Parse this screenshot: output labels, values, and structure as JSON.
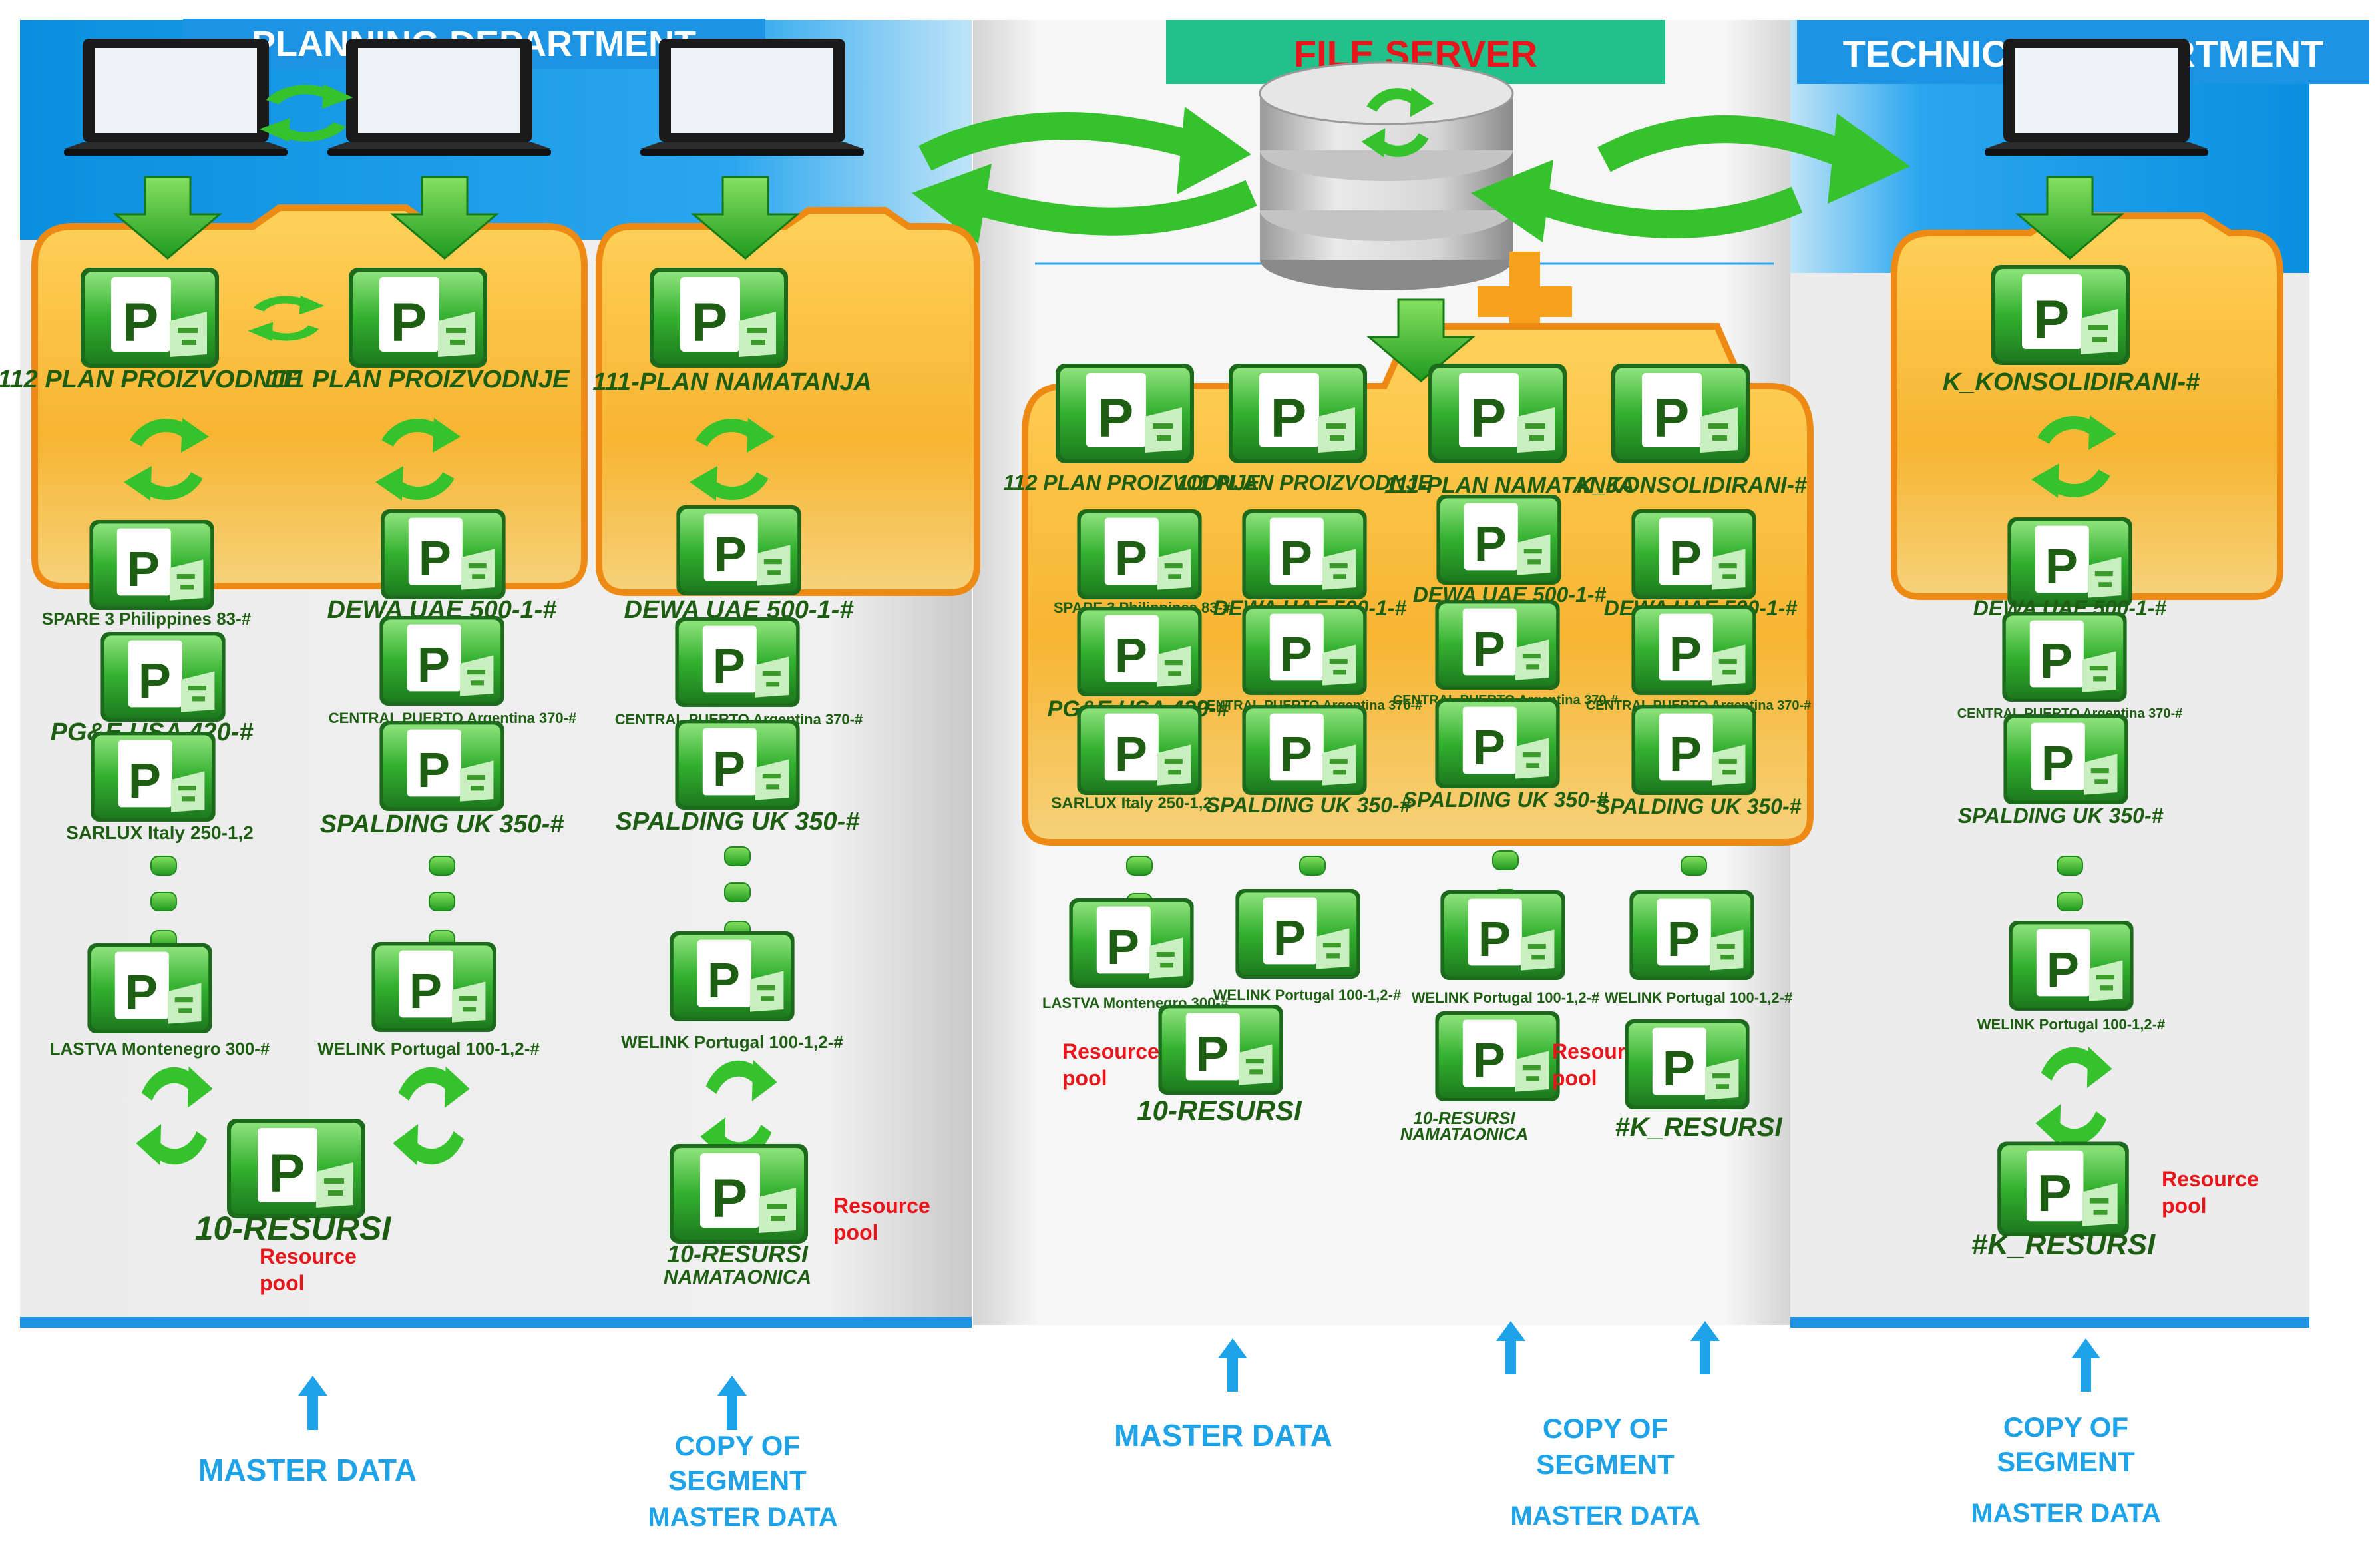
{
  "headers": {
    "planning": "PLANNING DEPARTMENT",
    "file_server": "FILE SERVER",
    "technical": "TECHNICAL DEPARTMENT"
  },
  "planning": {
    "folder_files": [
      "112 PLAN PROIZVODNJE",
      "111 PLAN PROIZVODNJE",
      "111-PLAN NAMATANJA"
    ],
    "col1": [
      "SPARE 3 Philippines 83-#",
      "PG&E USA 420-#",
      "SARLUX Italy 250-1,2",
      "LASTVA Montenegro 300-#"
    ],
    "col2": [
      "DEWA UAE 500-1-#",
      "CENTRAL PUERTO Argentina 370-#",
      "SPALDING UK 350-#",
      "WELINK Portugal 100-1,2-#"
    ],
    "col3": [
      "DEWA UAE 500-1-#",
      "CENTRAL PUERTO Argentina 370-#",
      "SPALDING UK 350-#",
      "WELINK Portugal 100-1,2-#"
    ],
    "pool1": "10-RESURSI",
    "pool2": "10-RESURSI",
    "pool2_sub": "NAMATAONICA",
    "resource_pool_1": "Resource",
    "resource_pool_2": "pool"
  },
  "server": {
    "folder_files": [
      "112 PLAN PROIZVODNJE",
      "111 PLAN PROIZVODNJE",
      "111-PLAN NAMATANJA",
      "K_KONSOLIDIRANI-#"
    ],
    "col1": [
      "SPARE 3 Philippines 83-#",
      "PG&E USA 420-#",
      "SARLUX Italy 250-1,2",
      "LASTVA Montenegro 300-#"
    ],
    "col2": [
      "DEWA UAE 500-1-#",
      "CENTRAL PUERTO Argentina 370-#",
      "SPALDING UK 350-#",
      "WELINK Portugal 100-1,2-#"
    ],
    "col3": [
      "DEWA UAE 500-1-#",
      "CENTRAL PUERTO Argentina 370-#",
      "SPALDING UK 350-#",
      "WELINK Portugal 100-1,2-#"
    ],
    "col4": [
      "DEWA UAE 500-1-#",
      "CENTRAL PUERTO Argentina 370-#",
      "SPALDING UK 350-#",
      "WELINK Portugal 100-1,2-#"
    ],
    "pool1": "10-RESURSI",
    "pool2": "10-RESURSI",
    "pool2_sub": "NAMATAONICA",
    "pool3": "#K_RESURSI"
  },
  "technical": {
    "folder_file": "K_KONSOLIDIRANI-#",
    "col": [
      "DEWA UAE 500-1-#",
      "CENTRAL PUERTO Argentina 370-#",
      "SPALDING UK 350-#",
      "WELINK Portugal 100-1,2-#"
    ],
    "pool": "#K_RESURSI"
  },
  "bottom": {
    "master_data": "MASTER DATA",
    "copy_of": "COPY OF",
    "segment": "SEGMENT"
  },
  "colors": {
    "header_blue": "#1c93e3",
    "server_green": "#22c08a",
    "folder": "#f7b532",
    "file_green": "#2fa72c",
    "accent_red": "#e8161b",
    "label_blue": "#1fa3e8"
  }
}
